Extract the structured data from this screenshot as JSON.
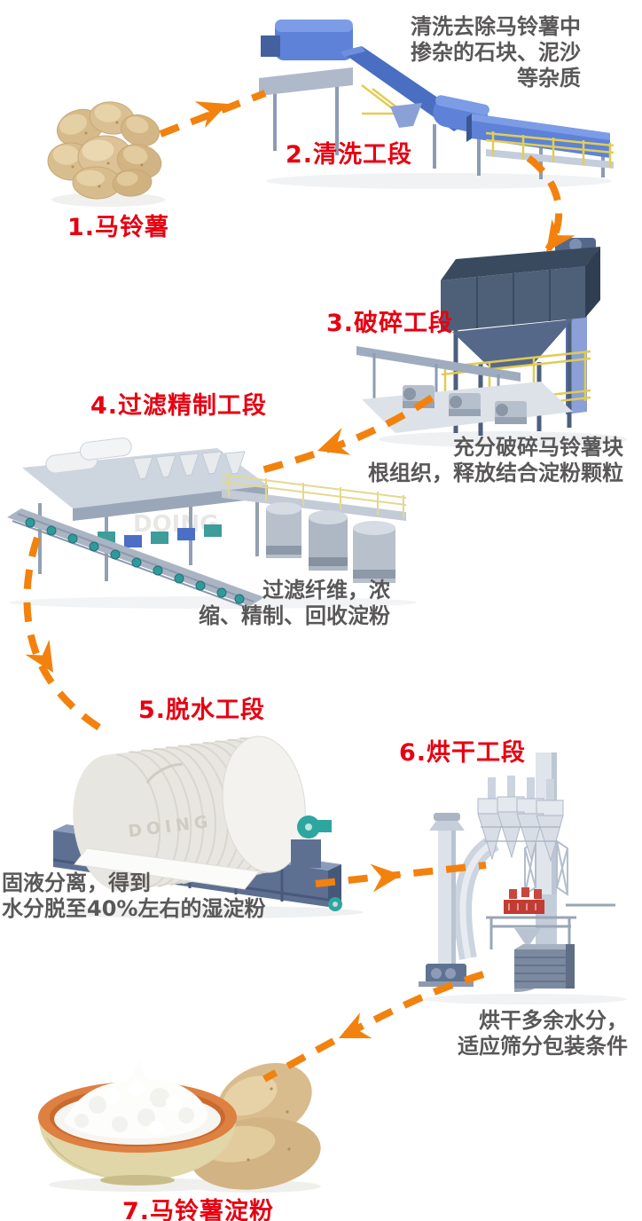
{
  "colors": {
    "background": "#ffffff",
    "step_label": "#e60012",
    "description_text": "#595757",
    "arrow": "#f2820d"
  },
  "steps": [
    {
      "label": "1.马铃薯"
    },
    {
      "label": "2.清洗工段",
      "description_lines": [
        "清洗去除马铃薯中",
        "掺杂的石块、泥沙",
        "等杂质"
      ]
    },
    {
      "label": "3.破碎工段",
      "description_lines": [
        "充分破碎马铃薯块",
        "根组织，释放结合淀粉颗粒"
      ]
    },
    {
      "label": "4.过滤精制工段",
      "description_lines": [
        "过滤纤维，浓",
        "缩、精制、回收淀粉"
      ]
    },
    {
      "label": "5.脱水工段",
      "description_lines": [
        "固液分离，得到",
        "水分脱至40%左右的湿淀粉"
      ]
    },
    {
      "label": "6.烘干工段",
      "description_lines": [
        "烘干多余水分，",
        "适应筛分包装条件"
      ]
    },
    {
      "label": "7.马铃薯淀粉"
    }
  ],
  "equipment_watermark": "DOING"
}
